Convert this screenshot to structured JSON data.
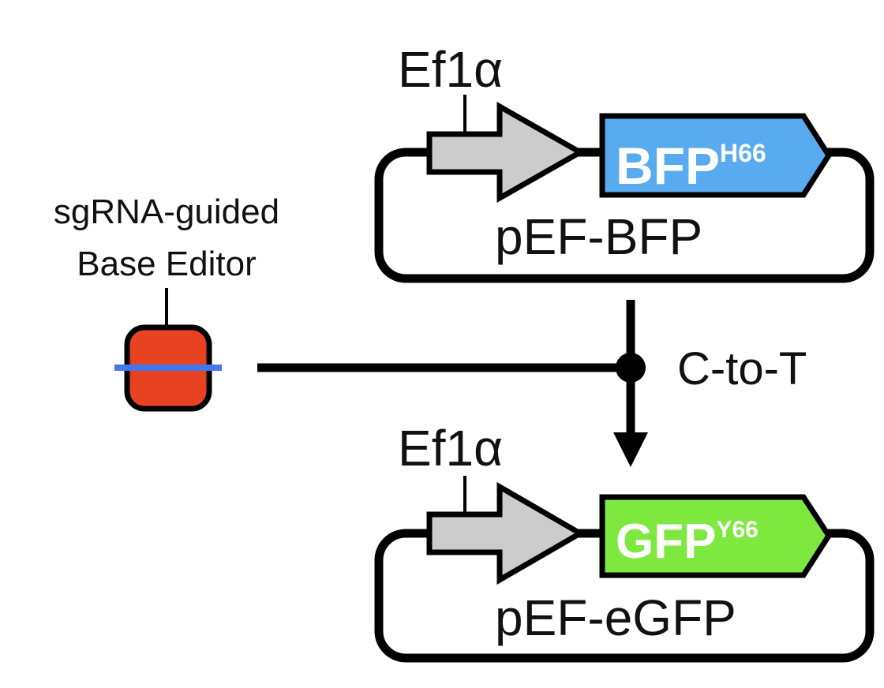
{
  "top_construct": {
    "promoter": "Ef1α",
    "gene": "BFP",
    "gene_superscript": "H66",
    "plasmid": "pEF-BFP",
    "gene_color": "#58abef"
  },
  "bottom_construct": {
    "promoter": "Ef1α",
    "gene": "GFP",
    "gene_superscript": "Y66",
    "plasmid": "pEF-eGFP",
    "gene_color": "#7ee83f"
  },
  "editor": {
    "label_line1": "sgRNA-guided",
    "label_line2": "Base Editor",
    "body_color": "#e74222",
    "guide_color": "#4477ee"
  },
  "reaction": {
    "label": "C-to-T"
  },
  "colors": {
    "promoter_fill": "#cccccc",
    "stroke": "#000000"
  }
}
